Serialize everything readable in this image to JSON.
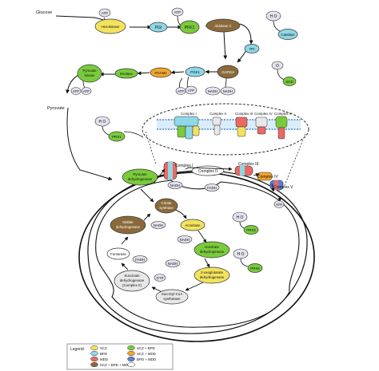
{
  "metabolites": {
    "glucose": "Glucose",
    "pyruvate": "Pyruvate",
    "atp": "ATP",
    "nadh": "NADH",
    "fadh2": "FADH",
    "gtp": "GTP",
    "h2o2": "H O",
    "o2": "O"
  },
  "glycolysis": {
    "hexokinase": "Hexokinase",
    "pgi": "PGI",
    "pfk1": "PFK1",
    "aldolase": "Aldolase C",
    "tpi": "TPI",
    "gapdh": "GAPDH",
    "pgk1": "PGK1",
    "pgam1": "PGAM1",
    "enolase": "Enolase",
    "pyruvate_kinase_1": "Pyruvate",
    "pyruvate_kinase_2": "kinase"
  },
  "antioxidants": {
    "catalase": "Catalase",
    "sod": "SOD",
    "prx1": "PRX1",
    "prx3": "PRX3",
    "prx5": "PRX5"
  },
  "etc_zoom": {
    "complex_i": "Complex I",
    "complex_ii": "Complex II",
    "complex_iii": "Complex III",
    "complex_iv": "Complex IV",
    "complex_v": "Complex V"
  },
  "etc_membrane": {
    "complex_i": "Complex I",
    "complex_ii": "Complex II",
    "complex_iii": "Complex III",
    "complex_iv": "Complex IV",
    "complex_v": "Complex V"
  },
  "tca": {
    "pdh_1": "Pyruvate",
    "pdh_2": "dehydrogenase",
    "citrate_1": "Citrate",
    "citrate_2": "synthase",
    "aconitase": "Aconitase",
    "idh_1": "Isocitrate",
    "idh_2": "dehydrogenase",
    "akgdh_1": "2-oxoglutarate",
    "akgdh_2": "dehydrogenase",
    "succoa_1": "Succinyl-CoA",
    "succoa_2": "synthetase",
    "sdh_1": "Succinate",
    "sdh_2": "dehydrogenase",
    "sdh_3": "(Complex II)",
    "fumarase": "Fumarase",
    "mdh_1": "Malate",
    "mdh_2": "dehydrogenase"
  },
  "legend": {
    "title": "Legend:",
    "items": [
      {
        "label": "SCZ",
        "color": "#f3e25e"
      },
      {
        "label": "BPD",
        "color": "#8ed7e6"
      },
      {
        "label": "MDD",
        "color": "#ea6a63"
      },
      {
        "label": "SCZ + BPD + MDD",
        "color": "#8a6a3b"
      },
      {
        "label": "SCZ + BPD",
        "color": "#7acb3c"
      },
      {
        "label": "SCZ + MDD",
        "color": "#f2a52c"
      },
      {
        "label": "BPD + MDD",
        "color": "#5a7fd6"
      },
      {
        "label": "",
        "color": "#ffffff"
      }
    ]
  },
  "colors": {
    "scz": "#f3e25e",
    "bpd": "#8ed7e6",
    "mdd": "#ea6a63",
    "all": "#8a6a3b",
    "scz_bpd": "#7acb3c",
    "scz_mdd": "#f2a52c",
    "bpd_mdd": "#5a7fd6",
    "cofactor": "#e4e2ee",
    "unchanged": "#e8e8e8"
  }
}
